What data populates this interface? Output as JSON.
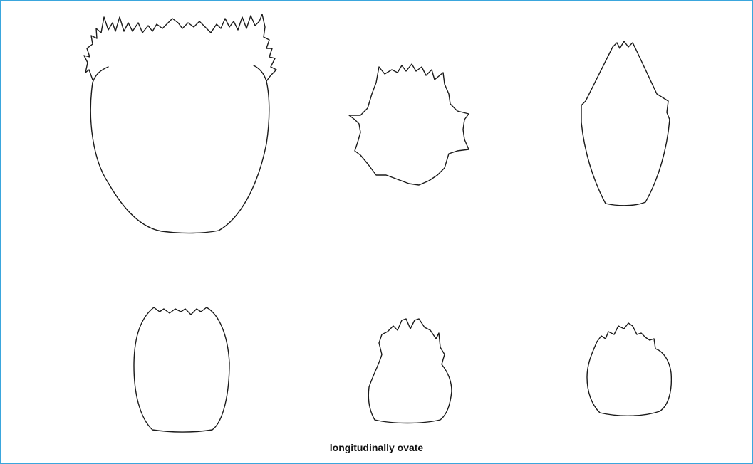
{
  "figure": {
    "caption": "longitudinally ovate",
    "border_color": "#3aa6dd",
    "line_color": "#1a1a1a"
  },
  "shapes": [
    {
      "name": "large-ovate-shape-with-fringed-top"
    },
    {
      "name": "round-star-shape"
    },
    {
      "name": "tall-elliptic-shape-with-pointed-top"
    },
    {
      "name": "small-oval-shape"
    },
    {
      "name": "bell-shape-with-pointed-top"
    },
    {
      "name": "small-rounded-shape-with-notched-top"
    }
  ]
}
